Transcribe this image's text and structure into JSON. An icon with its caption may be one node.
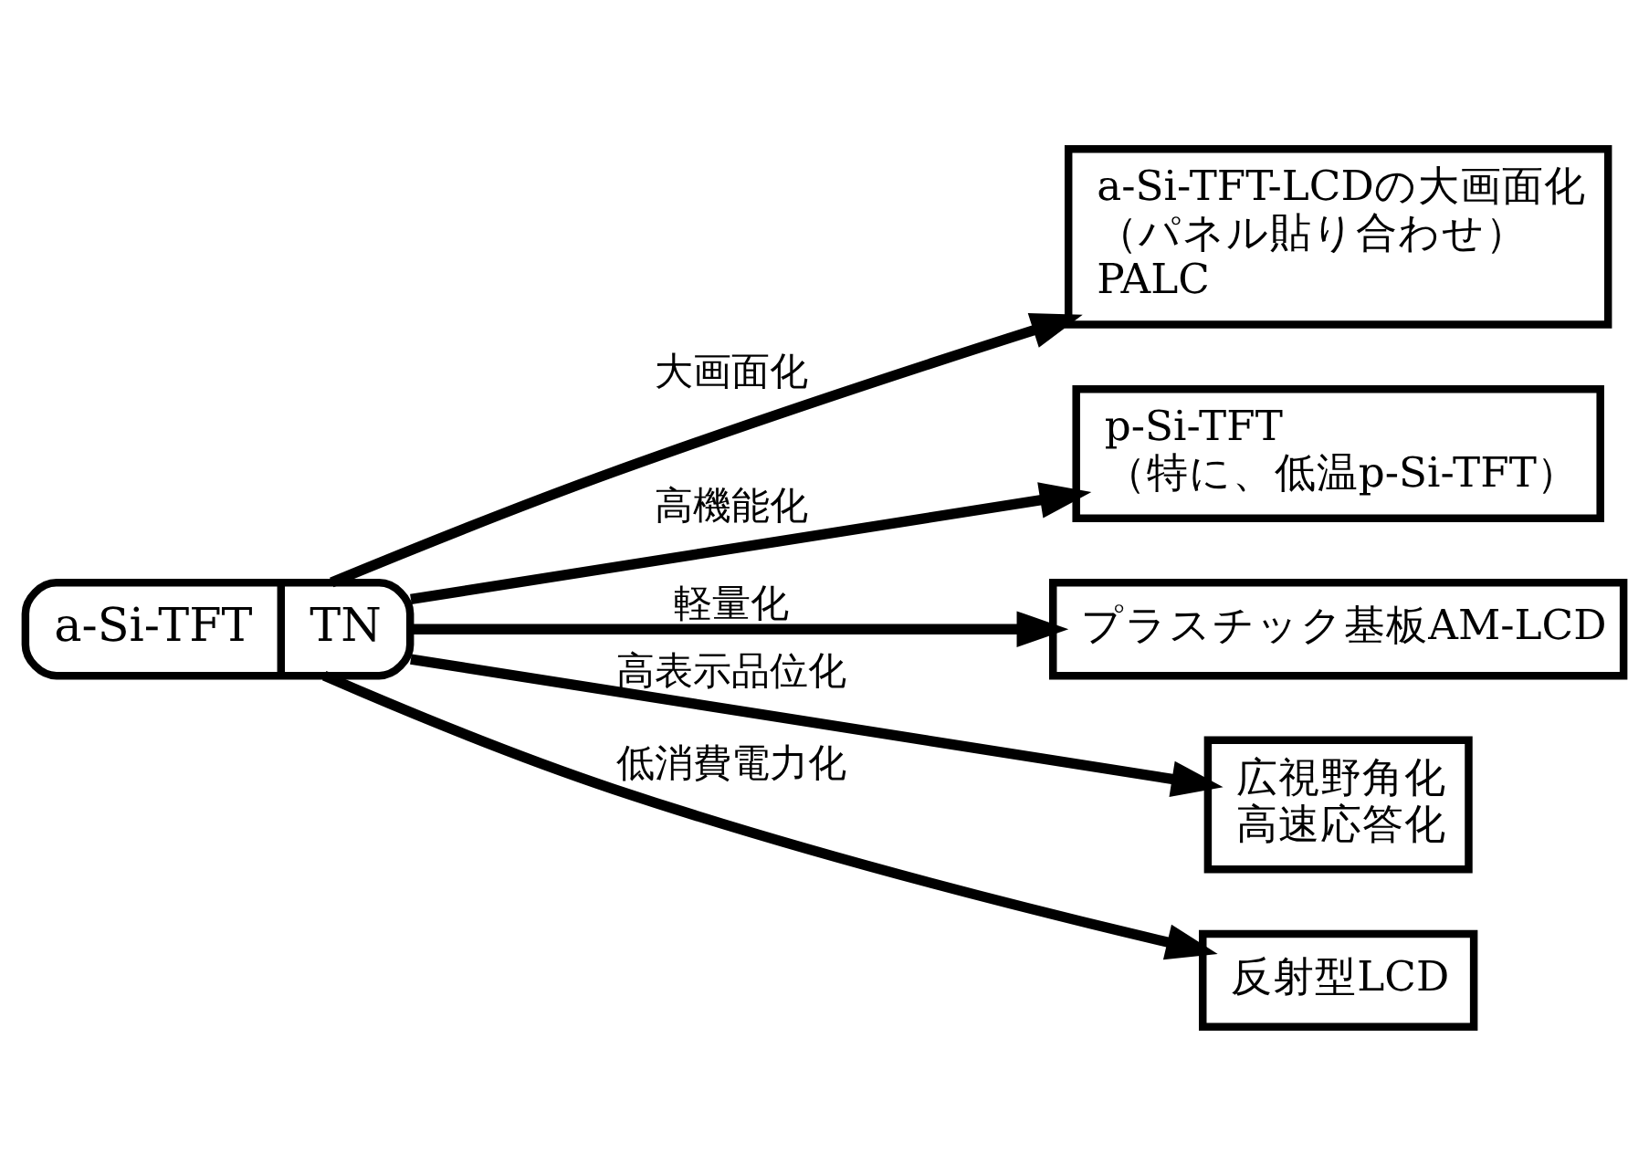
{
  "diagram": {
    "nodes": [
      {
        "text": [
          "a-Si-TFT",
          "TN"
        ]
      },
      {
        "text": [
          "a-Si-TFT-LCDの大画面化",
          "（パネル貼り合わせ）",
          "PALC"
        ]
      },
      {
        "text": [
          "p-Si-TFT",
          "（特に、低温p-Si-TFT）"
        ]
      },
      {
        "text": [
          "プラスチック基板AM-LCD"
        ]
      },
      {
        "text": [
          "広視野角化",
          "高速応答化"
        ]
      },
      {
        "text": [
          "反射型LCD"
        ]
      }
    ],
    "edges": [
      {
        "from": 0,
        "to": 1,
        "arrow": "to",
        "label": "大画面化"
      },
      {
        "from": 0,
        "to": 2,
        "arrow": "to",
        "label": "高機能化"
      },
      {
        "from": 0,
        "to": 3,
        "arrow": "to",
        "label": "軽量化"
      },
      {
        "from": 0,
        "to": 4,
        "arrow": "to",
        "label": "高表示品位化"
      },
      {
        "from": 0,
        "to": 5,
        "arrow": "to",
        "label": "低消費電力化"
      }
    ]
  }
}
